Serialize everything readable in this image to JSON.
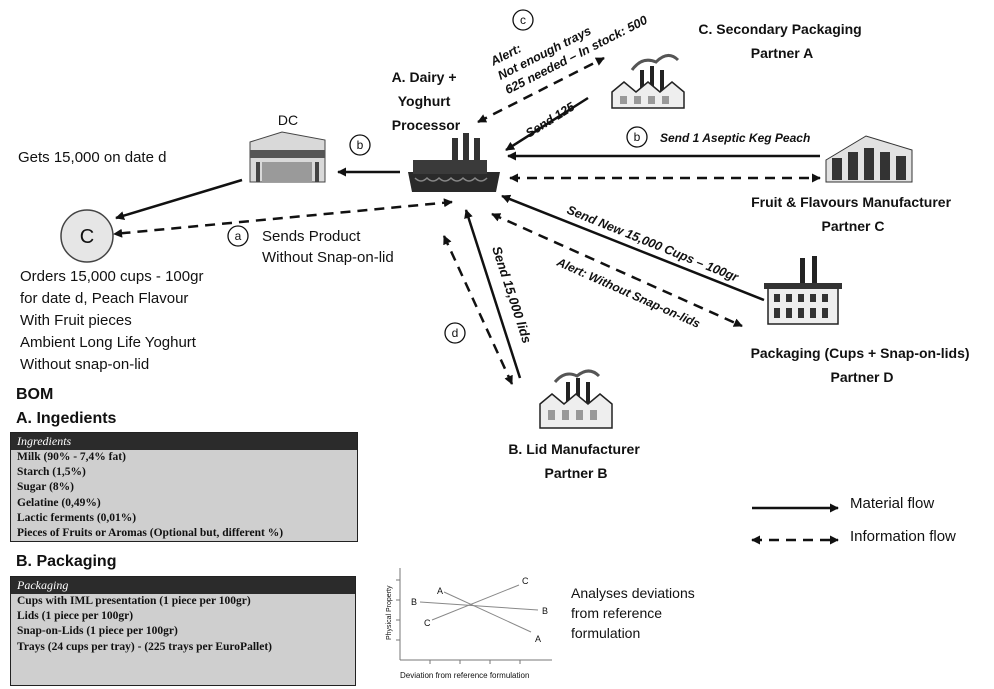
{
  "nodes": {
    "dairy": [
      "A. Dairy +",
      "Yoghurt",
      "Processor"
    ],
    "secondary": [
      "C. Secondary Packaging",
      "Partner A"
    ],
    "fruit": [
      "Fruit & Flavours Manufacturer",
      "Partner C"
    ],
    "packaging": [
      "Packaging (Cups + Snap-on-lids)",
      "Partner D"
    ],
    "lid": [
      "B. Lid Manufacturer",
      "Partner B"
    ],
    "dc": "DC",
    "customer": "C"
  },
  "texts": {
    "dc_gets": "Gets 15,000 on date d",
    "order": [
      "Orders 15,000 cups - 100gr",
      "for date d, Peach Flavour",
      "With Fruit pieces",
      "Ambient Long Life Yoghurt",
      "Without snap-on-lid"
    ],
    "sends_product": [
      "Sends Product",
      "Without Snap-on-lid"
    ],
    "alert_c": [
      "Alert:",
      "Not enough trays",
      "625 needed – In stock: 500"
    ],
    "send_125": "Send 125",
    "send_keg": "Send 1 Aseptic Keg Peach",
    "send_cups": "Send New 15,000 Cups – 100gr",
    "alert_d": "Alert: Without Snap-on-lids",
    "send_lids": "Send 15,000 lids",
    "analyses": [
      "Analyses deviations",
      "from reference",
      "formulation"
    ]
  },
  "step_labels": {
    "a": "a",
    "b_dc": "b",
    "b_keg": "b",
    "c": "c",
    "d": "d"
  },
  "legend": {
    "material": "Material flow",
    "information": "Information flow"
  },
  "bom": {
    "title": "BOM",
    "ingredients_title": "A. Ingedients",
    "ingredients_header": "Ingredients",
    "ingredients": [
      "Milk (90% - 7,4%  fat)",
      "Starch (1,5%)",
      "Sugar (8%)",
      "Gelatine (0,49%)",
      "Lactic ferments (0,01%)",
      "Pieces of Fruits or Aromas (Optional but, different %)"
    ],
    "packaging_title": "B. Packaging",
    "packaging_header": "Packaging",
    "packaging": [
      "Cups with IML presentation (1 piece per 100gr)",
      "Lids (1 piece per 100gr)",
      "Snap-on-Lids (1 piece per 100gr)",
      "Trays (24 cups per tray)  - (225 trays per EuroPallet)"
    ]
  },
  "mini_chart": {
    "ylabel": "Physical Property",
    "xlabel": "Deviation from reference  formulation",
    "point_labels": [
      "A",
      "B",
      "C",
      "A",
      "B",
      "C"
    ]
  }
}
